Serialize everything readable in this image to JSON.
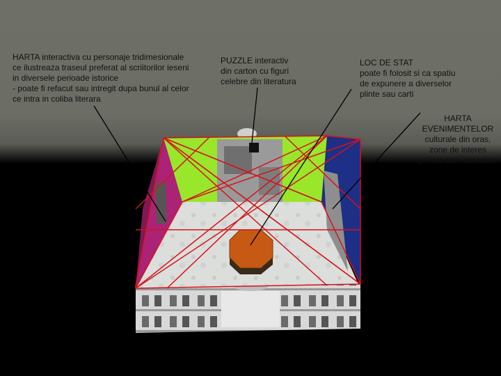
{
  "annotations": {
    "harta_personaje": "HARTA interactiva cu personaje tridimesionale\nce ilustreaza traseul preferat al scriitorilor ieseni\nin diversele perioade istorice\n- poate fi refacut sau intregit dupa bunul al celor\nce intra in coliba literara",
    "puzzle": "PUZZLE interactiv\ndin carton cu figuri\ncelebre din literatura",
    "loc_de_stat": "LOC DE STAT\npoate fi folosit si ca spatiu\nde expunere a diverselor\nplinte sau carti",
    "harta_evenimente": "HARTA\nEVENIMENTELOR\nculturale din oras,\nzone de interes\nprincipalele obiective"
  },
  "colors": {
    "background_top": "#6e7067",
    "left_wall": "#9b1f6e",
    "back_wall_green": "#9ae62b",
    "right_wall": "#1d2f86",
    "floor": "#d9dbd6",
    "table": "#c65a14",
    "rope": "#d4141c",
    "facade": "#cfcfcf"
  },
  "icons": [
    "building-facade-image",
    "octagonal-table",
    "wall-map-panel",
    "puzzle-panel"
  ]
}
